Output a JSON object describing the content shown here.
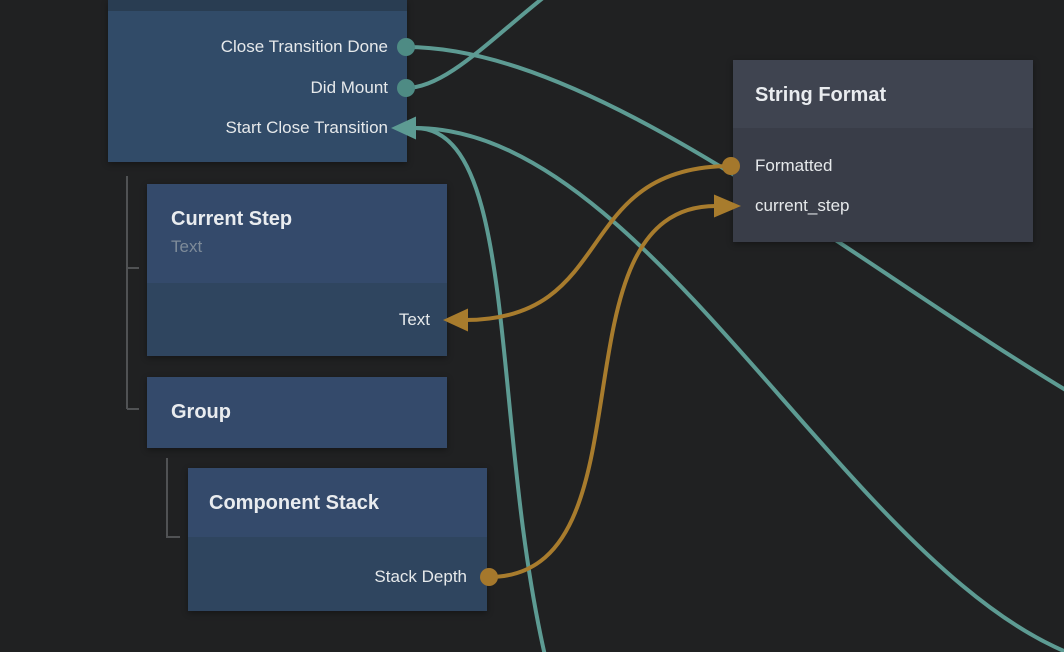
{
  "canvas": {
    "background": "#202122"
  },
  "colors": {
    "wire_teal": "#5d9b93",
    "wire_orange": "#a87c2d",
    "port_teal": "#4e8b84",
    "port_orange": "#a5782c",
    "node_blue_header": "#344a6b",
    "node_blue_body": "#2f455f",
    "node_gray_header": "#3f4450",
    "node_gray_body": "#393d48",
    "tree_line": "#505254"
  },
  "nodes": {
    "transition": {
      "ports": [
        {
          "label": "Close Transition Done",
          "direction": "output",
          "type": "event"
        },
        {
          "label": "Did Mount",
          "direction": "output",
          "type": "event"
        },
        {
          "label": "Start Close Transition",
          "direction": "input",
          "type": "event"
        }
      ]
    },
    "current_step": {
      "title": "Current Step",
      "subtitle": "Text",
      "ports": [
        {
          "label": "Text",
          "direction": "input",
          "type": "value"
        }
      ]
    },
    "group": {
      "title": "Group",
      "ports": []
    },
    "component_stack": {
      "title": "Component Stack",
      "ports": [
        {
          "label": "Stack Depth",
          "direction": "output",
          "type": "value"
        }
      ]
    },
    "string_format": {
      "title": "String Format",
      "ports": [
        {
          "label": "Formatted",
          "direction": "output",
          "type": "value"
        },
        {
          "label": "current_step",
          "direction": "input",
          "type": "value"
        }
      ]
    }
  },
  "edges": [
    {
      "from": "transition.Close Transition Done",
      "to": "offscreen-right",
      "color": "teal"
    },
    {
      "from": "transition.Did Mount",
      "to": "offscreen-top",
      "color": "teal"
    },
    {
      "from": "offscreen-bottom",
      "to": "transition.Start Close Transition",
      "color": "teal"
    },
    {
      "from": "offscreen-bottom-right",
      "to": "transition.Start Close Transition",
      "color": "teal"
    },
    {
      "from": "string_format.Formatted",
      "to": "current_step.Text",
      "color": "orange"
    },
    {
      "from": "component_stack.Stack Depth",
      "to": "string_format.current_step",
      "color": "orange"
    }
  ]
}
